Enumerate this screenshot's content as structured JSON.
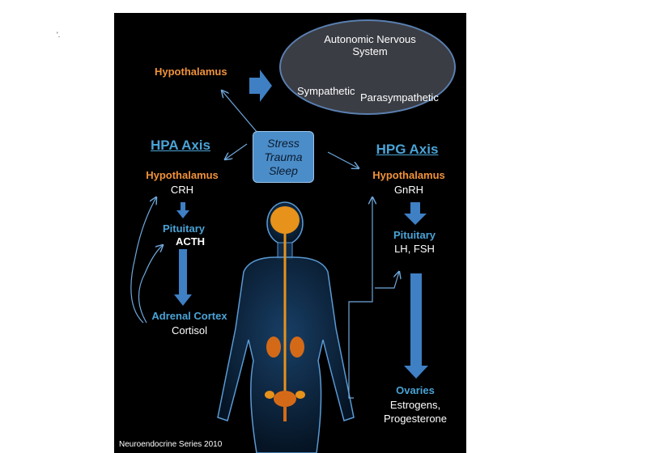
{
  "stray_text": "'.",
  "ans": {
    "title_line1": "Autonomic Nervous",
    "title_line2": "System",
    "sympathetic": "Sympathetic",
    "parasympathetic": "Parasympathetic"
  },
  "top_hypothalamus": "Hypothalamus",
  "stress_box": {
    "line1": "Stress",
    "line2": "Trauma",
    "line3": "Sleep"
  },
  "hpa": {
    "heading": "HPA Axis",
    "hypothalamus": "Hypothalamus",
    "hormone1": "CRH",
    "pituitary": "Pituitary",
    "hormone2": "ACTH",
    "adrenal": "Adrenal Cortex",
    "hormone3": "Cortisol"
  },
  "hpg": {
    "heading": "HPG Axis",
    "hypothalamus": "Hypothalamus",
    "hormone1": "GnRH",
    "pituitary": "Pituitary",
    "hormone2": "LH, FSH",
    "ovaries": "Ovaries",
    "hormone3a": "Estrogens,",
    "hormone3b": "Progesterone"
  },
  "footer": "Neuroendocrine Series 2010",
  "colors": {
    "orange": "#f0923a",
    "blue": "#4aa3d6",
    "arrow_blue": "#3f7fc4",
    "background": "#000000"
  }
}
